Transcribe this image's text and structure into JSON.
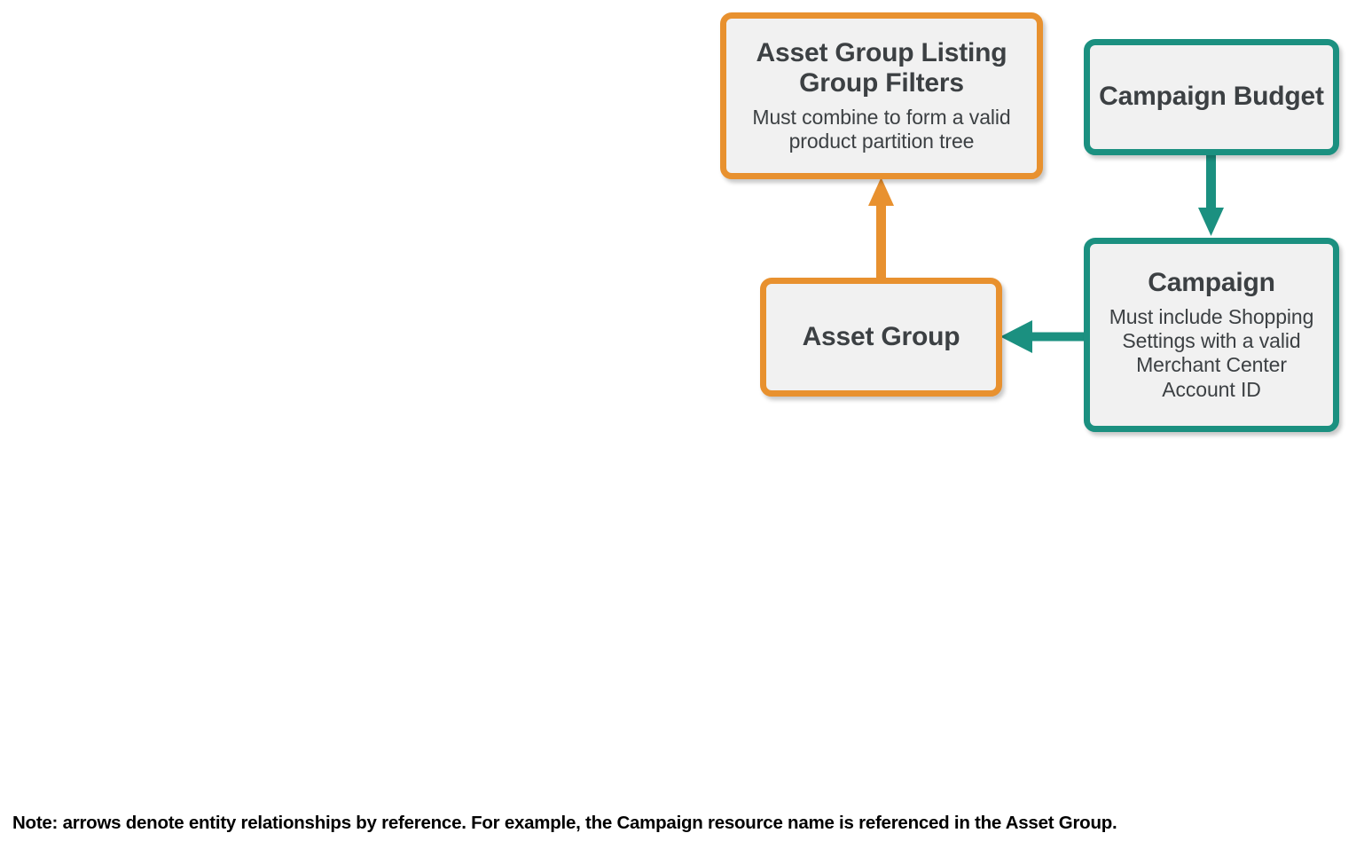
{
  "diagram": {
    "type": "entity-relationship",
    "palette": {
      "orange": "#E8912F",
      "teal": "#1B9080",
      "node_fill": "#F1F1F1",
      "text": "#3C4043",
      "note_text": "#000000",
      "background": "#FFFFFF"
    },
    "nodes": [
      {
        "id": "asset-group-listing-group-filters",
        "title": "Asset Group Listing Group Filters",
        "description": "Must combine to form a valid product partition tree",
        "color": "orange"
      },
      {
        "id": "asset-group",
        "title": "Asset Group",
        "description": "",
        "color": "orange"
      },
      {
        "id": "campaign-budget",
        "title": "Campaign Budget",
        "description": "",
        "color": "teal"
      },
      {
        "id": "campaign",
        "title": "Campaign",
        "description": "Must include Shopping Settings with a valid Merchant Center Account ID",
        "color": "teal"
      }
    ],
    "edges": [
      {
        "id": "asset-group-to-filters",
        "from": "asset-group",
        "to": "asset-group-listing-group-filters",
        "direction": "up",
        "color": "orange"
      },
      {
        "id": "campaign-budget-to-campaign",
        "from": "campaign-budget",
        "to": "campaign",
        "direction": "down",
        "color": "teal"
      },
      {
        "id": "campaign-to-asset-group",
        "from": "campaign",
        "to": "asset-group",
        "direction": "left",
        "color": "teal"
      }
    ],
    "note": "Note: arrows denote entity relationships by reference. For example, the Campaign resource name is referenced in the Asset Group."
  }
}
